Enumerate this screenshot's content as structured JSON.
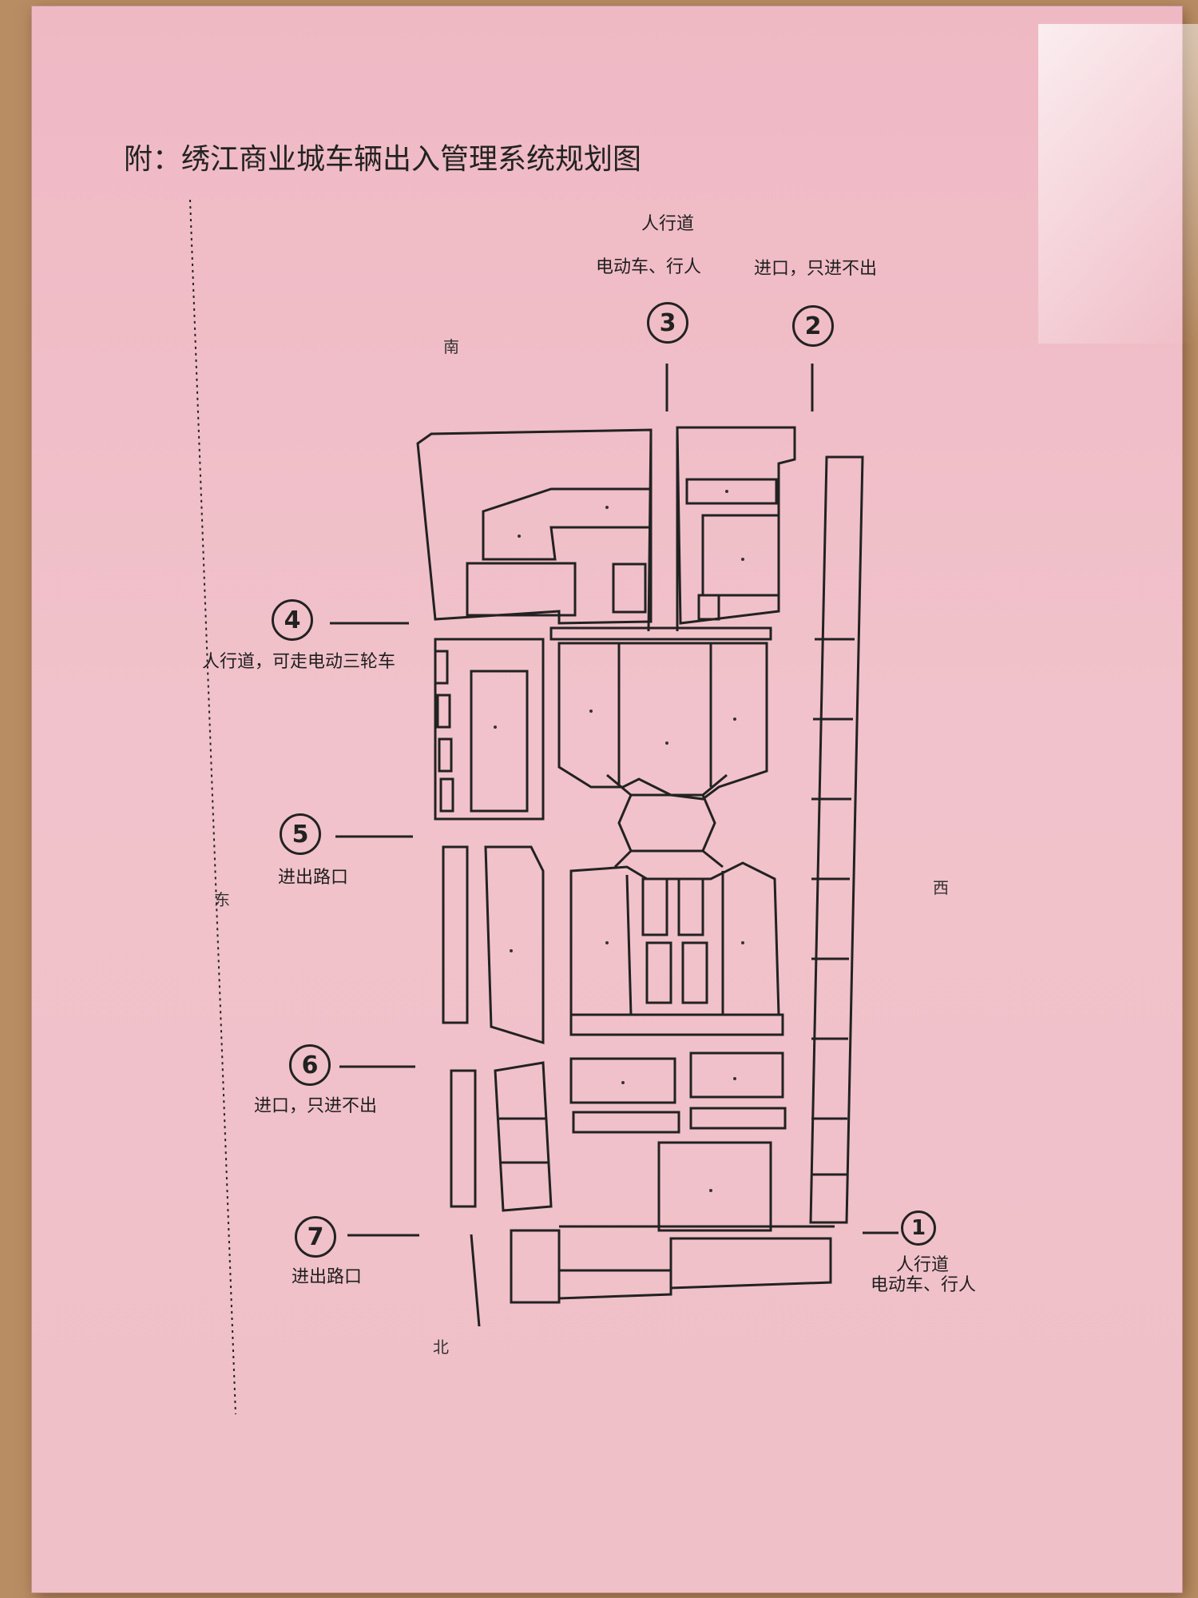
{
  "title": "附：绣江商业城车辆出入管理系统规划图",
  "directions": {
    "south": "南",
    "east": "东",
    "west": "西",
    "north": "北"
  },
  "entrances": [
    {
      "number": "1",
      "lines": [
        "人行道",
        "电动车、行人"
      ]
    },
    {
      "number": "2",
      "lines": [
        "进口，只进不出"
      ]
    },
    {
      "number": "3",
      "lines": [
        "人行道",
        "电动车、行人"
      ]
    },
    {
      "number": "4",
      "lines": [
        "人行道，可走电动三轮车"
      ]
    },
    {
      "number": "5",
      "lines": [
        "进出路口"
      ]
    },
    {
      "number": "6",
      "lines": [
        "进口，只进不出"
      ]
    },
    {
      "number": "7",
      "lines": [
        "进出路口"
      ]
    }
  ],
  "colors": {
    "paper": "#f0c0c8",
    "ink": "#222222",
    "background": "#b98d63"
  }
}
